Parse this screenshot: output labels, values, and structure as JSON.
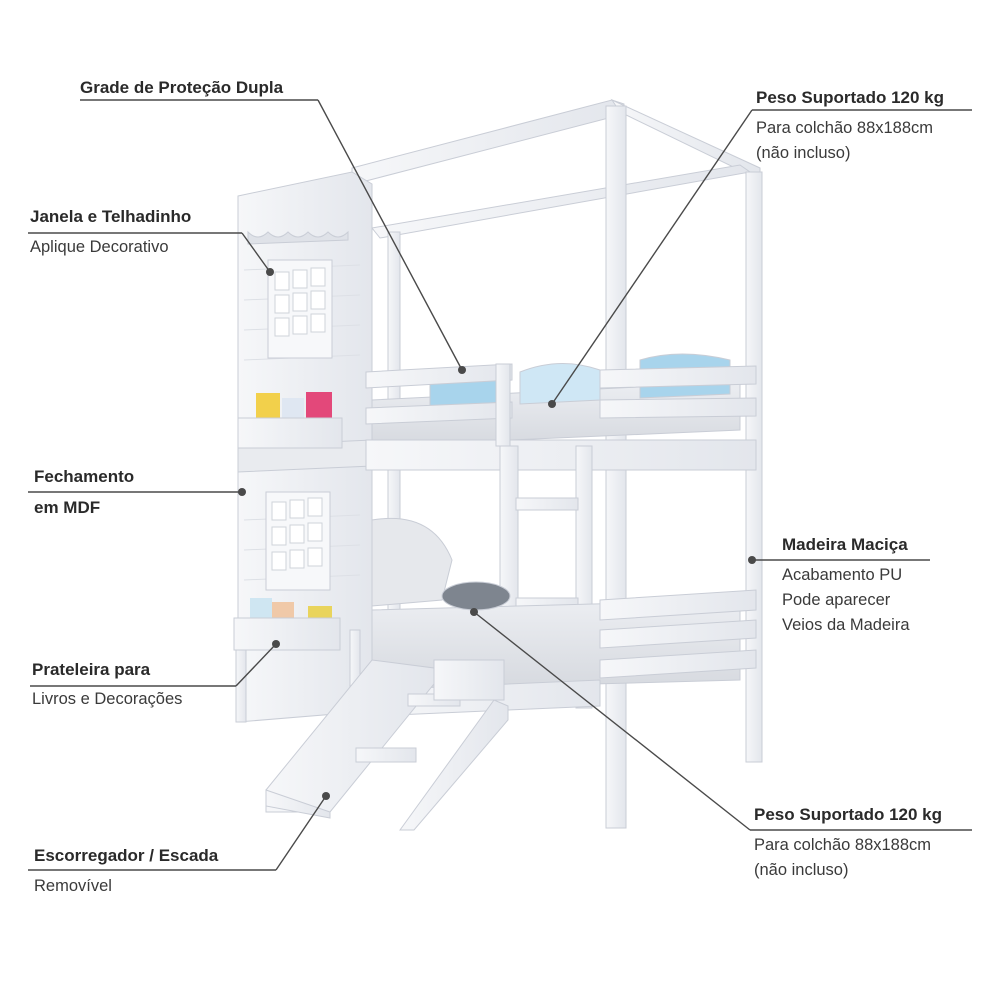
{
  "callouts": {
    "grade": {
      "title": "Grade de Proteção Dupla"
    },
    "peso_top": {
      "title": "Peso Suportado 120 kg",
      "desc": [
        "Para colchão 88x188cm",
        "(não incluso)"
      ]
    },
    "janela": {
      "title": "Janela e Telhadinho",
      "desc": [
        "Aplique Decorativo"
      ]
    },
    "fechamento": {
      "title": "Fechamento",
      "title2": "em MDF"
    },
    "madeira": {
      "title": "Madeira Maciça",
      "desc": [
        "Acabamento PU",
        "Pode aparecer",
        "Veios da Madeira"
      ]
    },
    "prateleira": {
      "title": "Prateleira para",
      "desc": [
        "Livros e Decorações"
      ]
    },
    "peso_bottom": {
      "title": "Peso Suportado 120 kg",
      "desc": [
        "Para colchão 88x188cm",
        "(não incluso)"
      ]
    },
    "escorregador": {
      "title": "Escorregador / Escada",
      "desc": [
        "Removível"
      ]
    }
  },
  "colors": {
    "frame": "#eef0f4",
    "frame_edge": "#c9cdd6",
    "mattress": "#e4e6ea",
    "pillow_blue": "#a8d4ec",
    "leader": "#4a4a4a"
  }
}
